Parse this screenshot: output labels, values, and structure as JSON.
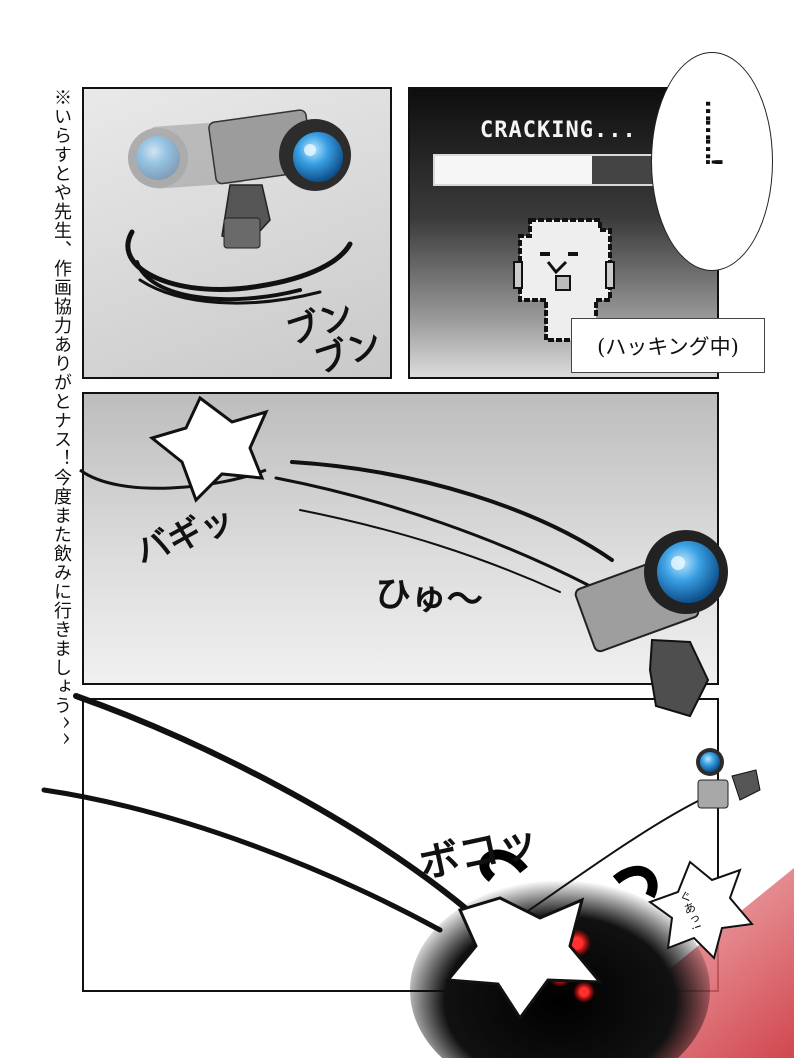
{
  "side_note": "※いらすとや先生、作画協力ありがとナス！今度また飲みに行きましょう^^",
  "panel2": {
    "heading": "CRACKING...",
    "progress_fraction": 0.72,
    "caption": "(ハッキング中)",
    "speech": "………!"
  },
  "sfx": {
    "bun_1": "ブン",
    "bun_2": "ブン",
    "bagi": "バギッ",
    "hyu": "ひゅ〜",
    "boko": "ボコッ",
    "cry": "ぐあっ!"
  },
  "colors": {
    "lens_blue": "#2e8fd6",
    "eye_red": "#ff2020",
    "beam_red": "#d9363e"
  }
}
